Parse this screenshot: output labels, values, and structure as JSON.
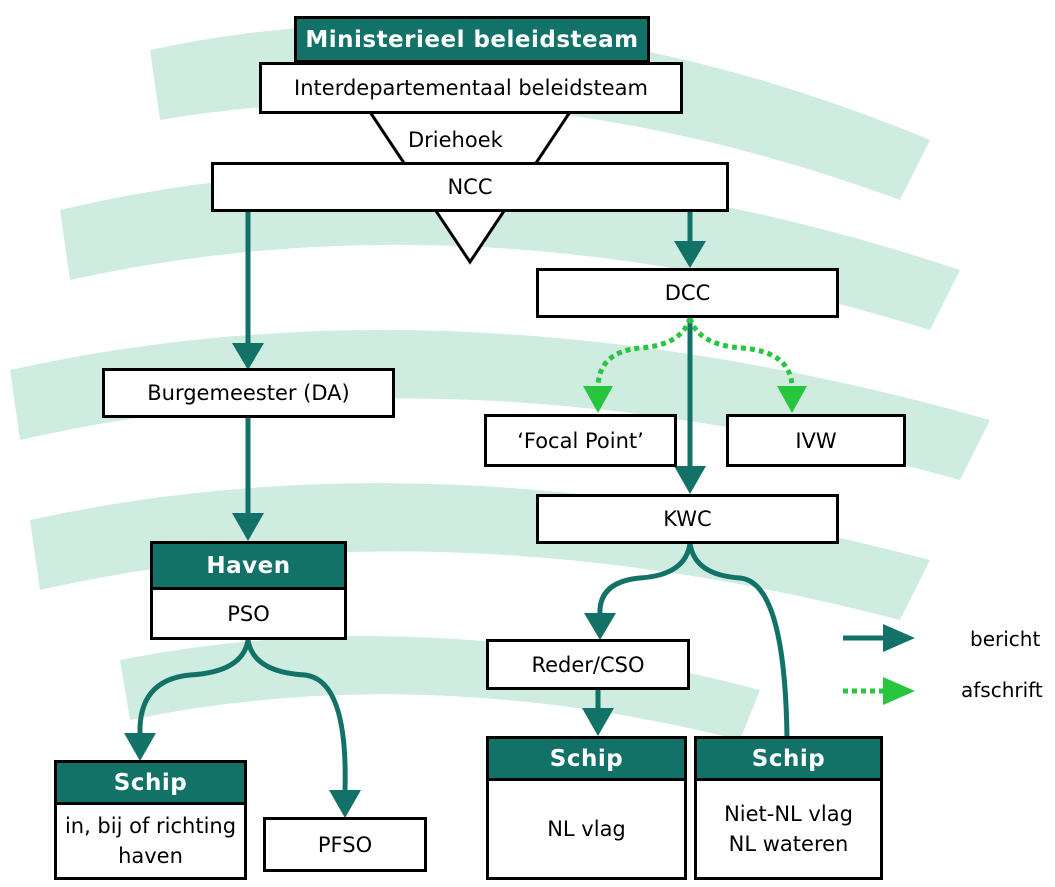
{
  "colors": {
    "teal": "#137268",
    "green_dotted": "#27c63e",
    "watermark": "#c6eadb"
  },
  "top": {
    "ministerieel": "Ministerieel beleidsteam",
    "interdepartementaal": "Interdepartementaal beleidsteam",
    "driehoek": "Driehoek",
    "ncc": "NCC"
  },
  "left": {
    "burgemeester": "Burgemeester (DA)",
    "haven_header": "Haven",
    "pso": "PSO",
    "schip_header": "Schip",
    "schip_line1": "in, bij of richting",
    "schip_line2": "haven",
    "pfso": "PFSO"
  },
  "right": {
    "dcc": "DCC",
    "focal_point": "‘Focal Point’",
    "ivw": "IVW",
    "kwc": "KWC",
    "reder": "Reder/CSO",
    "schip_nl_header": "Schip",
    "schip_nl_body": "NL vlag",
    "schip_niet_header": "Schip",
    "schip_niet_line1": "Niet-NL vlag",
    "schip_niet_line2": "NL wateren"
  },
  "legend": {
    "bericht": "bericht",
    "afschrift": "afschrift"
  }
}
